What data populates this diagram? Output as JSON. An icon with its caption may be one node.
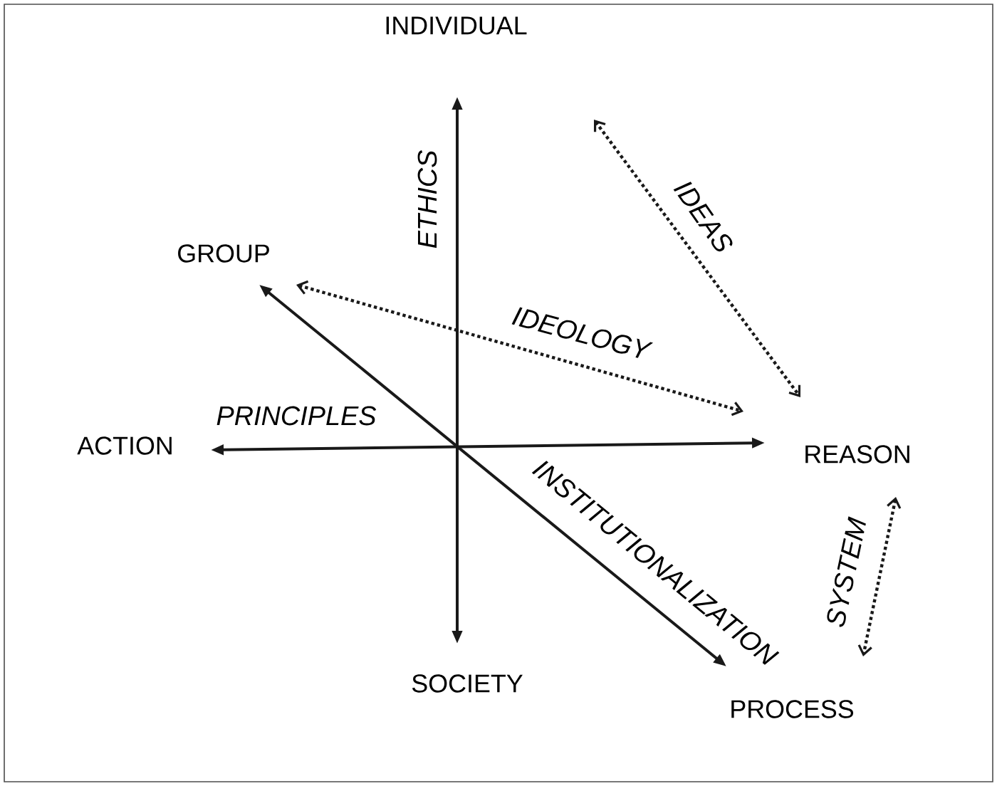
{
  "diagram": {
    "nodes": [
      {
        "text": [
          "INDIVIDUAL"
        ]
      },
      {
        "text": [
          "GROUP"
        ]
      },
      {
        "text": [
          "ACTION"
        ]
      },
      {
        "text": [
          "REASON"
        ]
      },
      {
        "text": [
          "SOCIETY"
        ]
      },
      {
        "text": [
          "PROCESS"
        ]
      }
    ],
    "edges": [
      {
        "from": 0,
        "to": 4,
        "arrow": "both",
        "label": "ETHICS"
      },
      {
        "from": 2,
        "to": 3,
        "arrow": "both",
        "label": "PRINCIPLES"
      },
      {
        "from": 1,
        "to": 5,
        "arrow": "both",
        "label": "INSTITUTIONALIZATION"
      },
      {
        "from": 1,
        "to": 3,
        "arrow": "both",
        "label": "IDEOLOGY",
        "style": "dashed"
      },
      {
        "from": 0,
        "to": 3,
        "arrow": "both",
        "label": "IDEAS",
        "style": "dashed"
      },
      {
        "from": 3,
        "to": 5,
        "arrow": "both",
        "label": "SYSTEM",
        "style": "dashed"
      }
    ]
  }
}
